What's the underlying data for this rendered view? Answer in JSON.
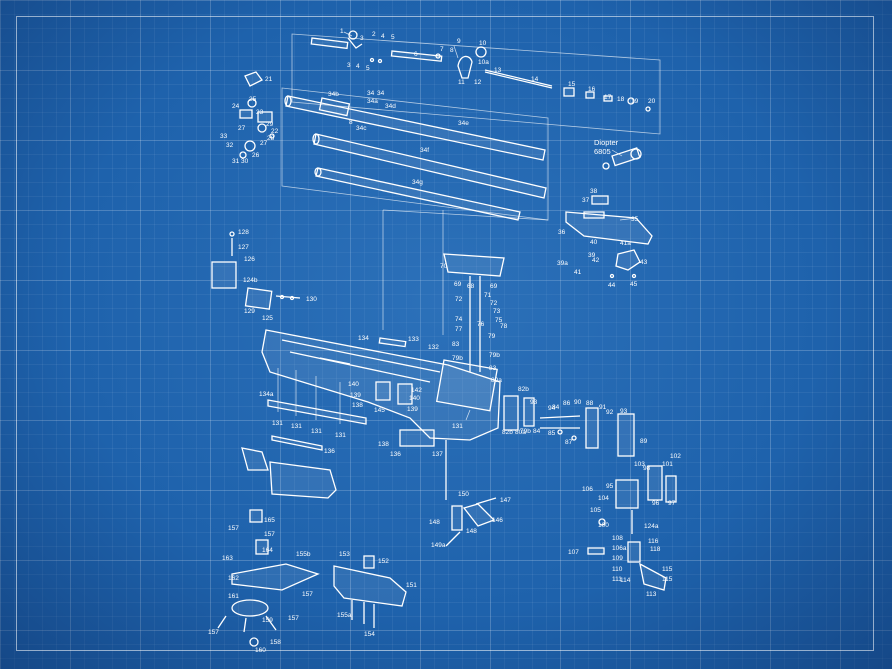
{
  "colors": {
    "background": "#1e62ac",
    "line": "#ffffff"
  },
  "diopter": {
    "name": "Diopter",
    "number": "6805"
  },
  "callouts": [
    {
      "id": "c1",
      "text": "1"
    },
    {
      "id": "c2",
      "text": "2"
    },
    {
      "id": "c3",
      "text": "3"
    },
    {
      "id": "c4",
      "text": "4"
    },
    {
      "id": "c5",
      "text": "5"
    },
    {
      "id": "c3b",
      "text": "3"
    },
    {
      "id": "c4b",
      "text": "4"
    },
    {
      "id": "c5b",
      "text": "5"
    },
    {
      "id": "c6",
      "text": "6"
    },
    {
      "id": "c7",
      "text": "7"
    },
    {
      "id": "c8",
      "text": "8"
    },
    {
      "id": "c9",
      "text": "9"
    },
    {
      "id": "c10",
      "text": "10"
    },
    {
      "id": "c10a",
      "text": "10a"
    },
    {
      "id": "c11",
      "text": "11"
    },
    {
      "id": "c12",
      "text": "12"
    },
    {
      "id": "c13",
      "text": "13"
    },
    {
      "id": "c14",
      "text": "14"
    },
    {
      "id": "c15",
      "text": "15"
    },
    {
      "id": "c16",
      "text": "16"
    },
    {
      "id": "c17",
      "text": "17"
    },
    {
      "id": "c18",
      "text": "18"
    },
    {
      "id": "c19",
      "text": "19"
    },
    {
      "id": "c20",
      "text": "20"
    },
    {
      "id": "c21",
      "text": "21"
    },
    {
      "id": "c22",
      "text": "22"
    },
    {
      "id": "c23",
      "text": "23"
    },
    {
      "id": "c24",
      "text": "24"
    },
    {
      "id": "c25",
      "text": "25"
    },
    {
      "id": "c26",
      "text": "26"
    },
    {
      "id": "c27",
      "text": "27"
    },
    {
      "id": "c27b",
      "text": "27"
    },
    {
      "id": "c28",
      "text": "28"
    },
    {
      "id": "c29",
      "text": "29"
    },
    {
      "id": "c30",
      "text": "30"
    },
    {
      "id": "c31",
      "text": "31"
    },
    {
      "id": "c32",
      "text": "32"
    },
    {
      "id": "c33",
      "text": "33"
    },
    {
      "id": "c34",
      "text": "34"
    },
    {
      "id": "c34a",
      "text": "34a"
    },
    {
      "id": "c34b",
      "text": "34b"
    },
    {
      "id": "c34c",
      "text": "34c"
    },
    {
      "id": "c34d",
      "text": "34d"
    },
    {
      "id": "c34e",
      "text": "34e"
    },
    {
      "id": "c34f",
      "text": "34f"
    },
    {
      "id": "c34g",
      "text": "34g"
    },
    {
      "id": "c34h",
      "text": "34"
    },
    {
      "id": "c8b",
      "text": "8"
    },
    {
      "id": "c35",
      "text": "35"
    },
    {
      "id": "c36",
      "text": "36"
    },
    {
      "id": "c37",
      "text": "37"
    },
    {
      "id": "c38",
      "text": "38"
    },
    {
      "id": "c39",
      "text": "39"
    },
    {
      "id": "c39a",
      "text": "39a"
    },
    {
      "id": "c40",
      "text": "40"
    },
    {
      "id": "c41",
      "text": "41"
    },
    {
      "id": "c41a",
      "text": "41a"
    },
    {
      "id": "c42",
      "text": "42"
    },
    {
      "id": "c43",
      "text": "43"
    },
    {
      "id": "c44",
      "text": "44"
    },
    {
      "id": "c45",
      "text": "45"
    },
    {
      "id": "c68",
      "text": "68"
    },
    {
      "id": "c69",
      "text": "69"
    },
    {
      "id": "c69b",
      "text": "69"
    },
    {
      "id": "c70",
      "text": "70"
    },
    {
      "id": "c71",
      "text": "71"
    },
    {
      "id": "c72",
      "text": "72"
    },
    {
      "id": "c72b",
      "text": "72"
    },
    {
      "id": "c73",
      "text": "73"
    },
    {
      "id": "c74",
      "text": "74"
    },
    {
      "id": "c75",
      "text": "75"
    },
    {
      "id": "c76",
      "text": "76"
    },
    {
      "id": "c77",
      "text": "77"
    },
    {
      "id": "c78",
      "text": "78"
    },
    {
      "id": "c79",
      "text": "79"
    },
    {
      "id": "c79b",
      "text": "79b"
    },
    {
      "id": "c79c",
      "text": "79b"
    },
    {
      "id": "c79d",
      "text": "79b"
    },
    {
      "id": "c80a",
      "text": "80a"
    },
    {
      "id": "c80b",
      "text": "80a"
    },
    {
      "id": "c82b",
      "text": "82b"
    },
    {
      "id": "c82c",
      "text": "82b"
    },
    {
      "id": "c83",
      "text": "83"
    },
    {
      "id": "c83b",
      "text": "83"
    },
    {
      "id": "c84",
      "text": "84"
    },
    {
      "id": "c84b",
      "text": "84"
    },
    {
      "id": "c85",
      "text": "85"
    },
    {
      "id": "c86",
      "text": "86"
    },
    {
      "id": "c87",
      "text": "87"
    },
    {
      "id": "c88",
      "text": "88"
    },
    {
      "id": "c89",
      "text": "89"
    },
    {
      "id": "c90",
      "text": "90"
    },
    {
      "id": "c91",
      "text": "91"
    },
    {
      "id": "c92",
      "text": "92"
    },
    {
      "id": "c93",
      "text": "93"
    },
    {
      "id": "c93b",
      "text": "93"
    },
    {
      "id": "c94",
      "text": "94"
    },
    {
      "id": "c95",
      "text": "95"
    },
    {
      "id": "c96",
      "text": "96"
    },
    {
      "id": "c97",
      "text": "97"
    },
    {
      "id": "c98",
      "text": "98"
    },
    {
      "id": "c100",
      "text": "100"
    },
    {
      "id": "c101",
      "text": "101"
    },
    {
      "id": "c102",
      "text": "102"
    },
    {
      "id": "c103",
      "text": "103"
    },
    {
      "id": "c104",
      "text": "104"
    },
    {
      "id": "c105",
      "text": "105"
    },
    {
      "id": "c106",
      "text": "106"
    },
    {
      "id": "c106a",
      "text": "106a"
    },
    {
      "id": "c107",
      "text": "107"
    },
    {
      "id": "c108",
      "text": "108"
    },
    {
      "id": "c109",
      "text": "109"
    },
    {
      "id": "c110",
      "text": "110"
    },
    {
      "id": "c111",
      "text": "111"
    },
    {
      "id": "c113",
      "text": "113"
    },
    {
      "id": "c114",
      "text": "114"
    },
    {
      "id": "c115",
      "text": "115"
    },
    {
      "id": "c115b",
      "text": "115"
    },
    {
      "id": "c116",
      "text": "116"
    },
    {
      "id": "c118",
      "text": "118"
    },
    {
      "id": "c124a",
      "text": "124a"
    },
    {
      "id": "c124b",
      "text": "124b"
    },
    {
      "id": "c125",
      "text": "125"
    },
    {
      "id": "c126",
      "text": "126"
    },
    {
      "id": "c127",
      "text": "127"
    },
    {
      "id": "c128",
      "text": "128"
    },
    {
      "id": "c129",
      "text": "129"
    },
    {
      "id": "c130",
      "text": "130"
    },
    {
      "id": "c131a",
      "text": "131"
    },
    {
      "id": "c131b",
      "text": "131"
    },
    {
      "id": "c131c",
      "text": "131"
    },
    {
      "id": "c131d",
      "text": "131"
    },
    {
      "id": "c131e",
      "text": "131"
    },
    {
      "id": "c132",
      "text": "132"
    },
    {
      "id": "c133",
      "text": "133"
    },
    {
      "id": "c134",
      "text": "134"
    },
    {
      "id": "c134a",
      "text": "134a"
    },
    {
      "id": "c136",
      "text": "136"
    },
    {
      "id": "c136b",
      "text": "136"
    },
    {
      "id": "c137",
      "text": "137"
    },
    {
      "id": "c138",
      "text": "138"
    },
    {
      "id": "c138b",
      "text": "138"
    },
    {
      "id": "c139",
      "text": "139"
    },
    {
      "id": "c139b",
      "text": "139"
    },
    {
      "id": "c140",
      "text": "140"
    },
    {
      "id": "c140b",
      "text": "140"
    },
    {
      "id": "c142",
      "text": "142"
    },
    {
      "id": "c145",
      "text": "145"
    },
    {
      "id": "c146",
      "text": "146"
    },
    {
      "id": "c147",
      "text": "147"
    },
    {
      "id": "c148",
      "text": "148"
    },
    {
      "id": "c148b",
      "text": "148"
    },
    {
      "id": "c149a",
      "text": "149a"
    },
    {
      "id": "c150",
      "text": "150"
    },
    {
      "id": "c151",
      "text": "151"
    },
    {
      "id": "c152",
      "text": "152"
    },
    {
      "id": "c153",
      "text": "153"
    },
    {
      "id": "c154",
      "text": "154"
    },
    {
      "id": "c155a",
      "text": "155a"
    },
    {
      "id": "c155b",
      "text": "155b"
    },
    {
      "id": "c157",
      "text": "157"
    },
    {
      "id": "c157b",
      "text": "157"
    },
    {
      "id": "c157c",
      "text": "157"
    },
    {
      "id": "c157d",
      "text": "157"
    },
    {
      "id": "c157e",
      "text": "157"
    },
    {
      "id": "c158",
      "text": "158"
    },
    {
      "id": "c159",
      "text": "159"
    },
    {
      "id": "c160",
      "text": "160"
    },
    {
      "id": "c161",
      "text": "161"
    },
    {
      "id": "c162",
      "text": "162"
    },
    {
      "id": "c163",
      "text": "163"
    },
    {
      "id": "c164",
      "text": "164"
    },
    {
      "id": "c165",
      "text": "165"
    }
  ]
}
